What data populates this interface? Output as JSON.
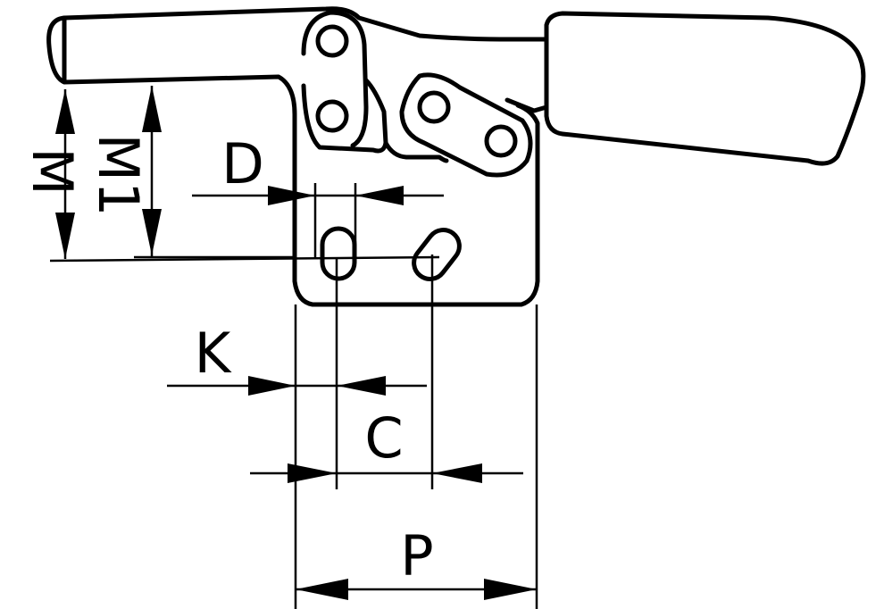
{
  "dimensions": {
    "M": "M",
    "M1": "M1",
    "D": "D",
    "K": "K",
    "C": "C",
    "P": "P"
  }
}
